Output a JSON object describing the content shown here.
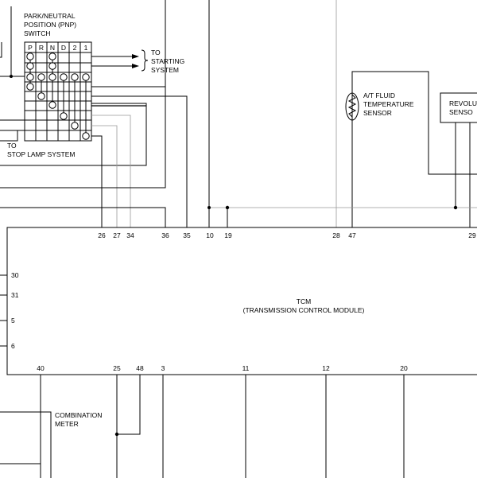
{
  "pnp_switch": {
    "title_lines": [
      "PARK/NEUTRAL",
      "POSITION (PNP)",
      "SWITCH"
    ],
    "positions": [
      "P",
      "R",
      "N",
      "D",
      "2",
      "1"
    ],
    "to_label": "TO",
    "starting_lines": [
      "STARTING",
      "SYSTEM"
    ]
  },
  "stop_lamp": {
    "lines": [
      "TO",
      "STOP LAMP SYSTEM"
    ]
  },
  "fluid_sensor": {
    "lines": [
      "A/T FLUID",
      "TEMPERATURE",
      "SENSOR"
    ]
  },
  "revolution_sensor": {
    "lines": [
      "REVOLU",
      "SENSO"
    ]
  },
  "tcm": {
    "lines": [
      "TCM",
      "(TRANSMISSION CONTROL MODULE)"
    ]
  },
  "combination_meter": {
    "lines": [
      "COMBINATION",
      "METER"
    ]
  },
  "top_pins": [
    {
      "label": "26"
    },
    {
      "label": "27"
    },
    {
      "label": "34"
    },
    {
      "label": "36"
    },
    {
      "label": "35"
    },
    {
      "label": "10"
    },
    {
      "label": "19"
    },
    {
      "label": "28"
    },
    {
      "label": "47"
    },
    {
      "label": "29"
    }
  ],
  "left_pins": [
    {
      "label": "30"
    },
    {
      "label": "31"
    },
    {
      "label": "5"
    },
    {
      "label": "6"
    }
  ],
  "bottom_pins": [
    {
      "label": "40"
    },
    {
      "label": "25"
    },
    {
      "label": "48"
    },
    {
      "label": "3"
    },
    {
      "label": "11"
    },
    {
      "label": "12"
    },
    {
      "label": "20"
    }
  ]
}
